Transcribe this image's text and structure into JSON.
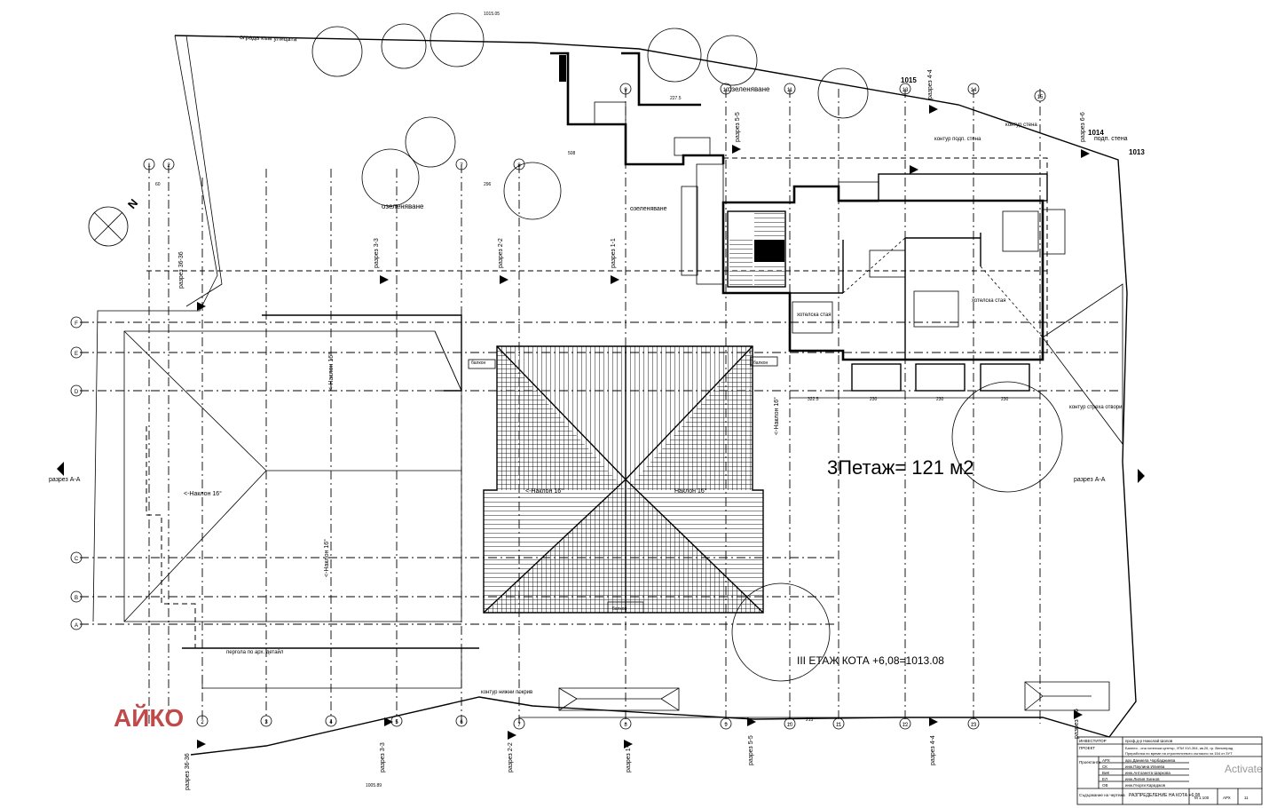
{
  "plan": {
    "area_label": "3Петаж= 121 м2",
    "level_label": "III ЕТАЖ КОТА +6,08=1013.08",
    "brand": "АЙКО",
    "watermark": "Activate"
  },
  "labels": {
    "street_fence": "ограда към улицата",
    "landscaping_1": "озеленяване",
    "landscaping_2": "озеленяване",
    "landscaping_3": "озеленяване",
    "hotel_room_1": "хотелска стая",
    "hotel_room_2": "хотелска стая",
    "slope_1": "<-Наклон 16°",
    "slope_2": "<-Наклон 16°",
    "slope_3": "<-Наклон 16°",
    "slope_4": "Наклон 16°",
    "slope_5": "<-Наклон 16°",
    "balcony_1": "балкон",
    "balcony_2": "балкон",
    "balcony_3": "балкон",
    "pergola": "пергола по арх. детайл",
    "contour_lower": "контур нижни покрив",
    "contour_back": "контур стена",
    "support_wall": "подп. стена",
    "contour_support": "контур подп. стена",
    "contour_balcony": "контур стрехa отвори"
  },
  "levels": {
    "l1015": "1015",
    "l1014": "1014",
    "l1013": "1013",
    "l1015_top": "1015.05",
    "l1005": "1005.89"
  },
  "sections": {
    "s1_top": "разрез 1-1",
    "s22_top": "разрез 2-2",
    "s33_top": "разрез 3-3",
    "s3636_top": "разрез 36-36",
    "s55_top": "разрез 5-5",
    "s44_top": "разрез 4-4",
    "s66_top": "разрез 6-6",
    "sAA_left": "разрез А-А",
    "sAA_right": "разрез А-А",
    "s3636_bot": "разрез 36-36",
    "s33_bot": "разрез 3-3",
    "s22_bot": "разрез 2-2",
    "s11_bot": "разрез 1-1",
    "s55_bot": "разрез 5-5",
    "s44_bot": "разрез 4-4",
    "s66_bot": "разрез 6-6"
  },
  "axes": {
    "top": [
      "1",
      "2",
      "3",
      "4",
      "5",
      "6",
      "7",
      "8",
      "9",
      "10",
      "11",
      "12",
      "13",
      "14",
      "15"
    ],
    "left": [
      "F",
      "E",
      "D",
      "C",
      "B",
      "A"
    ],
    "bottom": [
      "2",
      "3",
      "4",
      "5",
      "6",
      "7",
      "8",
      "9",
      "10",
      "11",
      "12",
      "13"
    ]
  },
  "dims": {
    "d1": "227.5",
    "d2": "322.5",
    "d3": "230",
    "d4": "230",
    "d5": "230",
    "d6": "215",
    "d7": "508",
    "d8": "296",
    "d9": "60"
  },
  "title_block": {
    "investor_label": "ИНВЕСТИТОР",
    "investor": "проф.д-р Николай Шопов",
    "project_label": "ПРОЕКТ",
    "project": "Балнео - спа хотелски център, УПИ XVI-394, кв.20, гр. Велинград",
    "project_2": "Преработка по време на строителството съгласно чл.154 от ЗУТ",
    "designers_label": "Проектанти",
    "rows": [
      [
        "АРХ",
        "арх.Даниела Чорбаджиева"
      ],
      [
        "СК",
        "инж.Паулина Илиева"
      ],
      [
        "ВиК",
        "инж.Антоанета Шаркова"
      ],
      [
        "ЕЛ",
        "инж.Лилия Хинков"
      ],
      [
        "ОВ",
        "инж.Георги Караджов"
      ]
    ],
    "content_label": "Съдържание на чертежа",
    "drawing_title": "РАЗПРЕДЕЛЕНИЕ НА КОТА +6,08",
    "scale": "М 1:100",
    "part": "АРХ",
    "sheet": "11"
  }
}
